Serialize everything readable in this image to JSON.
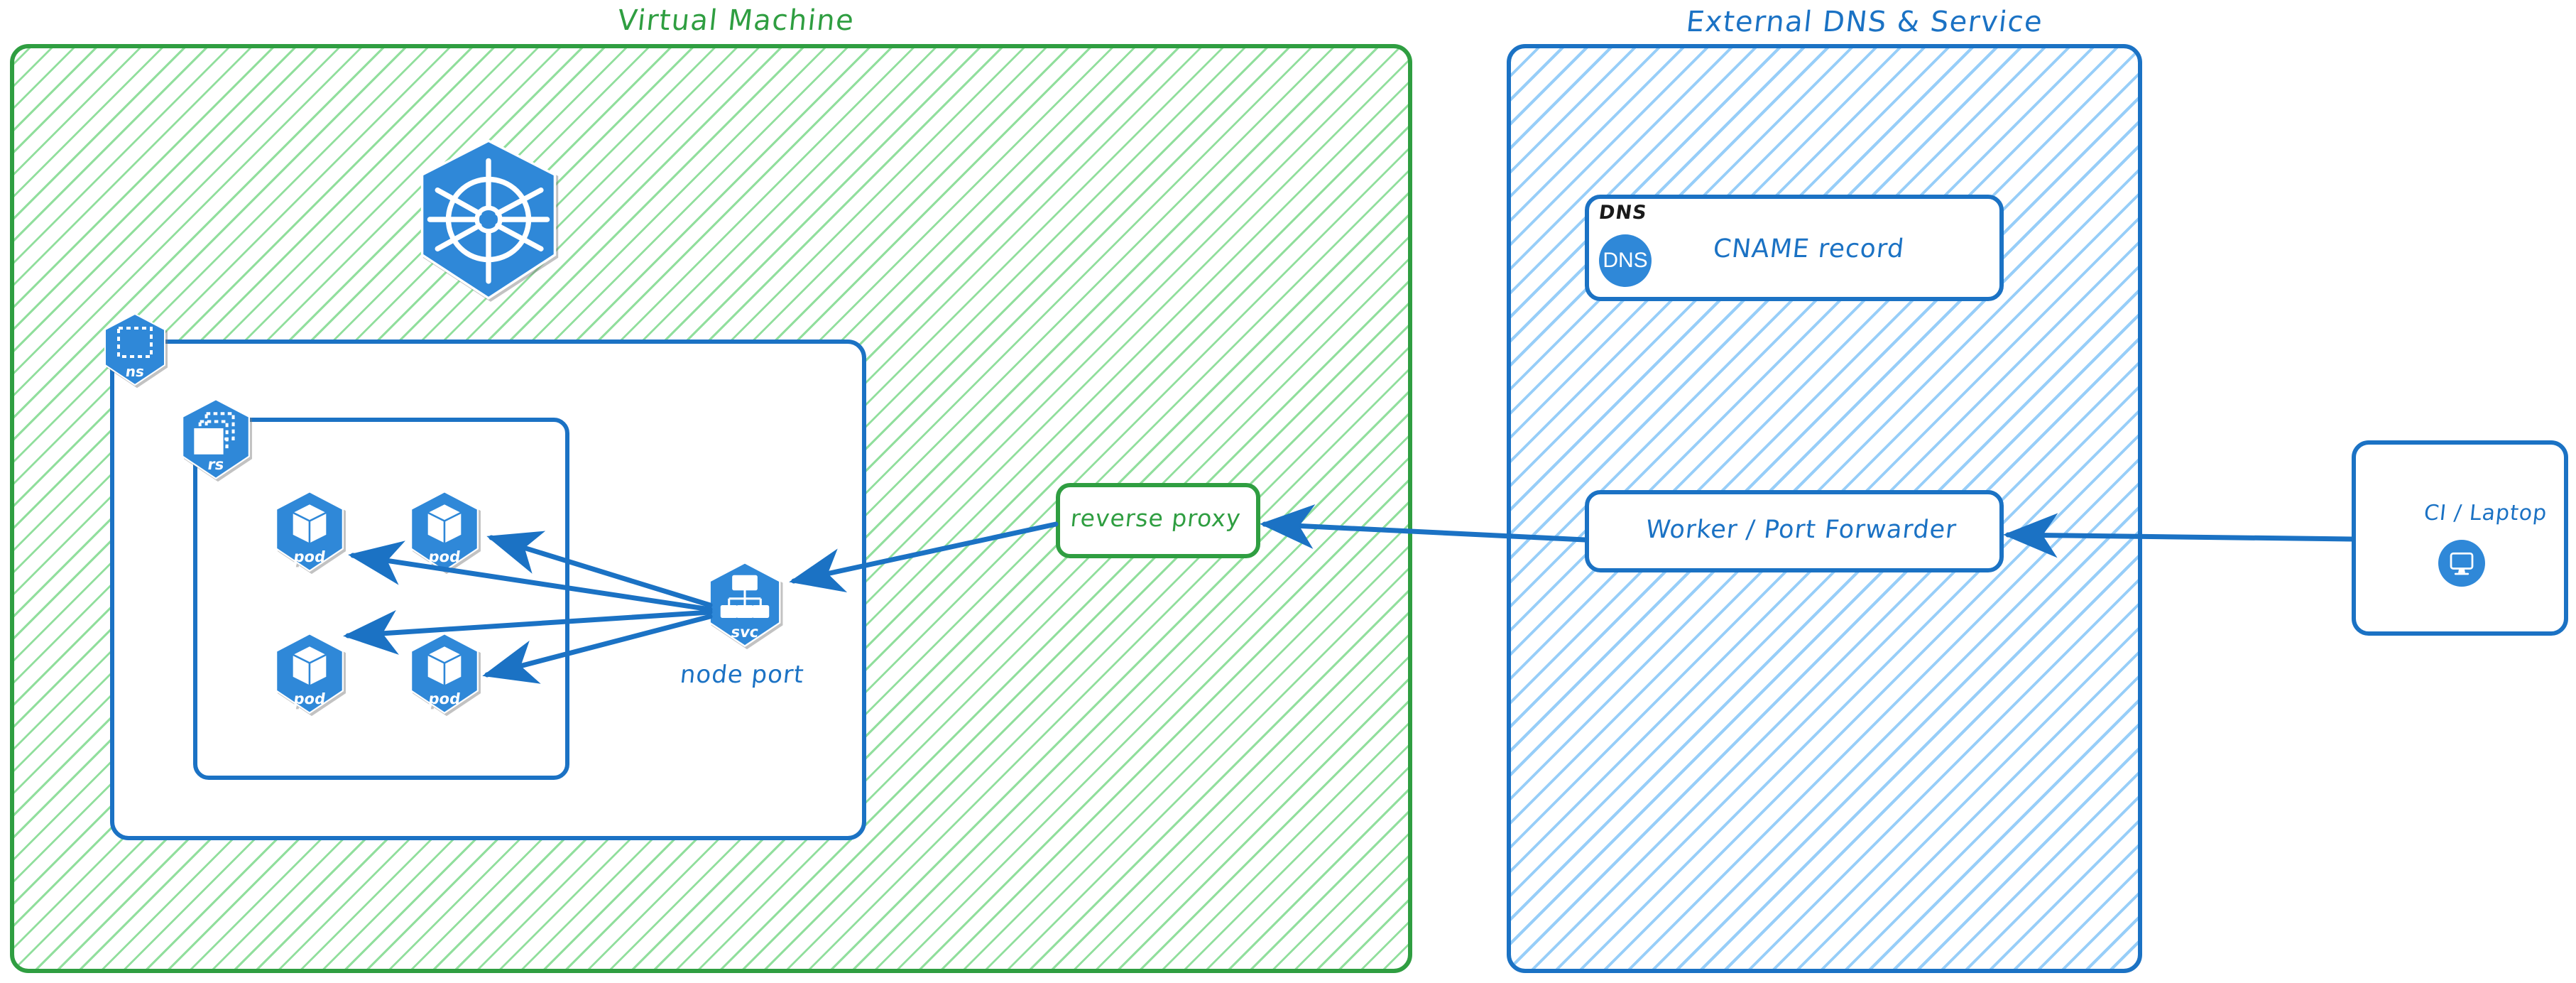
{
  "diagram": {
    "title": "Kubernetes VM exposure via reverse proxy and external DNS",
    "colors": {
      "vm_green": "#2f9e41",
      "vm_hatch": "#7ed98c",
      "dns_blue": "#1b72c4",
      "dns_hatch": "#8cc9f8",
      "k8s_blue": "#326ce5",
      "chip_blue": "#2f88d8",
      "arrow_blue": "#1b72c4",
      "text_black": "#1a1a1a",
      "canvas": "#ffffff"
    }
  },
  "panels": {
    "vm": {
      "title": "Virtual Machine",
      "hatch_style": "diagonal-green"
    },
    "external": {
      "title": "External DNS & Service",
      "hatch_style": "diagonal-blue"
    }
  },
  "k8s": {
    "logo_label": "kubernetes-logo",
    "namespace": {
      "label": "ns",
      "icon": "dashed-square-icon"
    },
    "replicaset": {
      "label": "rs",
      "icon": "dashed-stacked-squares-icon"
    },
    "pods": [
      {
        "label": "pod",
        "icon": "cube-icon"
      },
      {
        "label": "pod",
        "icon": "cube-icon"
      },
      {
        "label": "pod",
        "icon": "cube-icon"
      },
      {
        "label": "pod",
        "icon": "cube-icon"
      }
    ],
    "service": {
      "label": "svc",
      "icon": "hierarchy-tree-icon",
      "caption": "node port"
    }
  },
  "nodes": {
    "reverse_proxy": {
      "label": "reverse proxy"
    },
    "dns_record": {
      "tag": "DNS",
      "chip_text": "DNS",
      "label": "CNAME record"
    },
    "worker": {
      "label": "Worker / Port Forwarder"
    },
    "client": {
      "label": "CI / Laptop",
      "icon": "desktop-monitor-icon"
    }
  },
  "edges": [
    {
      "from": "svc",
      "to": "pod-1",
      "direction": "to-target"
    },
    {
      "from": "svc",
      "to": "pod-2",
      "direction": "to-target"
    },
    {
      "from": "svc",
      "to": "pod-3",
      "direction": "to-target"
    },
    {
      "from": "svc",
      "to": "pod-4",
      "direction": "to-target"
    },
    {
      "from": "reverse-proxy",
      "to": "svc",
      "direction": "to-target"
    },
    {
      "from": "worker",
      "to": "reverse-proxy",
      "direction": "to-target"
    },
    {
      "from": "ci-laptop",
      "to": "worker",
      "direction": "to-target"
    }
  ]
}
